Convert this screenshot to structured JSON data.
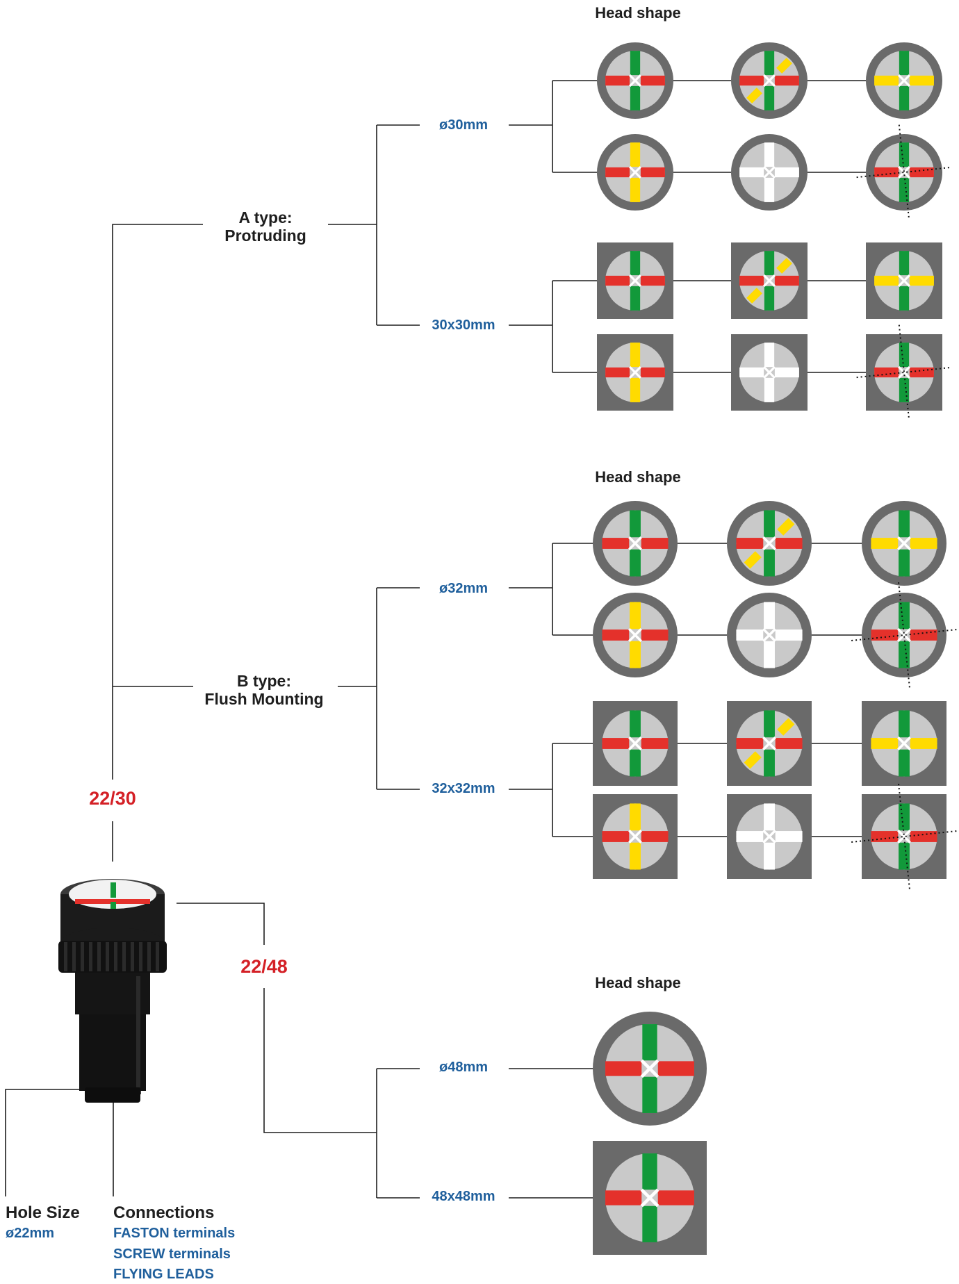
{
  "colors": {
    "dark_text": "#1e1e1e",
    "blue_text": "#1f5f9c",
    "red_text": "#d42026",
    "frame": "#6a6a6a",
    "face": "#c9c9c9",
    "green": "#12993a",
    "red": "#e4312b",
    "yellow": "#ffdb00",
    "white": "#ffffff",
    "line": "#1e1e1e"
  },
  "labels": {
    "head_shape_1": "Head shape",
    "head_shape_2": "Head shape",
    "head_shape_3": "Head shape",
    "a_type_line1": "A type:",
    "a_type_line2": "Protruding",
    "b_type_line1": "B type:",
    "b_type_line2": "Flush Mounting",
    "series_22_30": "22/30",
    "series_22_48": "22/48",
    "size_o30": "ø30mm",
    "size_30x30": "30x30mm",
    "size_o32": "ø32mm",
    "size_32x32": "32x32mm",
    "size_o48": "ø48mm",
    "size_48x48": "48x48mm",
    "hole_size_title": "Hole Size",
    "hole_size_value": "ø22mm",
    "connections_title": "Connections",
    "connection_1": "FASTON terminals",
    "connection_2": "SCREW terminals",
    "connection_3": "FLYING LEADS"
  },
  "head_rows": [
    {
      "group": "A",
      "shape": "round",
      "size": "ø30mm",
      "variants": [
        "green-red",
        "green-red-yellow-diag",
        "green-yellow"
      ]
    },
    {
      "group": "A",
      "shape": "round",
      "size": "ø30mm",
      "variants": [
        "yellow-red",
        "white",
        "green-red-crosshair"
      ]
    },
    {
      "group": "A",
      "shape": "square",
      "size": "30x30mm",
      "variants": [
        "green-red",
        "green-red-yellow-diag",
        "green-yellow"
      ]
    },
    {
      "group": "A",
      "shape": "square",
      "size": "30x30mm",
      "variants": [
        "yellow-red",
        "white",
        "green-red-crosshair"
      ]
    },
    {
      "group": "B",
      "shape": "round",
      "size": "ø32mm",
      "variants": [
        "green-red",
        "green-red-yellow-diag",
        "green-yellow"
      ]
    },
    {
      "group": "B",
      "shape": "round",
      "size": "ø32mm",
      "variants": [
        "yellow-red",
        "white",
        "green-red-crosshair"
      ]
    },
    {
      "group": "B",
      "shape": "square",
      "size": "32x32mm",
      "variants": [
        "green-red",
        "green-red-yellow-diag",
        "green-yellow"
      ]
    },
    {
      "group": "B",
      "shape": "square",
      "size": "32x32mm",
      "variants": [
        "yellow-red",
        "white",
        "green-red-crosshair"
      ]
    },
    {
      "group": "48",
      "shape": "round",
      "size": "ø48mm",
      "variants": [
        "green-red"
      ]
    },
    {
      "group": "48",
      "shape": "square",
      "size": "48x48mm",
      "variants": [
        "green-red"
      ]
    }
  ]
}
